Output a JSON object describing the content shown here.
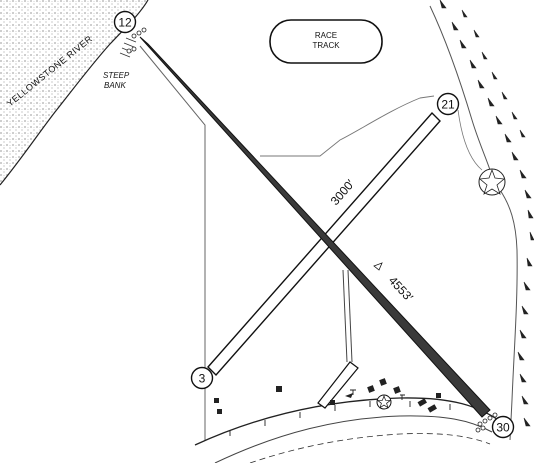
{
  "river": {
    "label": "YELLOWSTONE RIVER"
  },
  "bank": {
    "line1": "STEEP",
    "line2": "BANK"
  },
  "race_track": {
    "line1": "RACE",
    "line2": "TRACK"
  },
  "runways": [
    {
      "end_a": "12",
      "end_b": "30",
      "length": "4553′"
    },
    {
      "end_a": "3",
      "end_b": "21",
      "length": "3000′"
    }
  ],
  "colors": {
    "ink": "#111111",
    "runway_dark": "#3a3a3a",
    "paper": "#ffffff"
  }
}
